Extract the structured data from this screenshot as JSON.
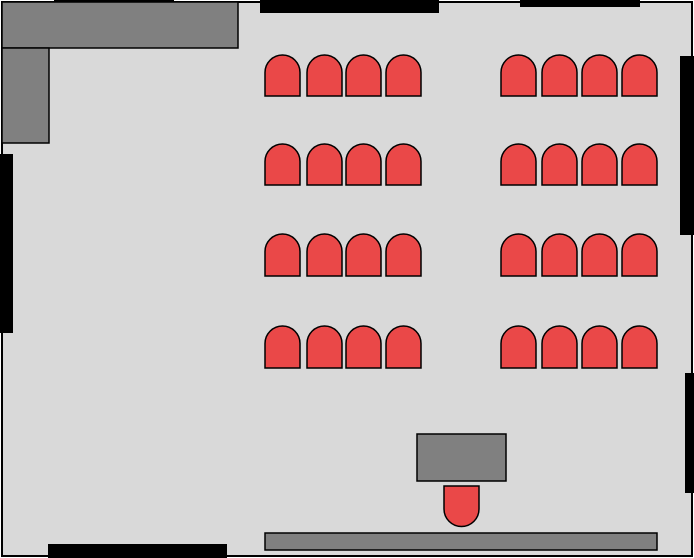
{
  "colors": {
    "floor": "#d9d9d9",
    "outline": "#000000",
    "furniture": "#808080",
    "chair": "#ea4848",
    "wall_opening": "#000000"
  },
  "floor_plan": {
    "chair_groups": [
      {
        "name": "left-block",
        "rows": 4,
        "columns": 4
      },
      {
        "name": "right-block",
        "rows": 4,
        "columns": 4
      }
    ],
    "front_chair_count": 1,
    "corner_counter_pieces": 2,
    "desk_count": 1,
    "front_bench_count": 1,
    "wall_openings": 7
  }
}
